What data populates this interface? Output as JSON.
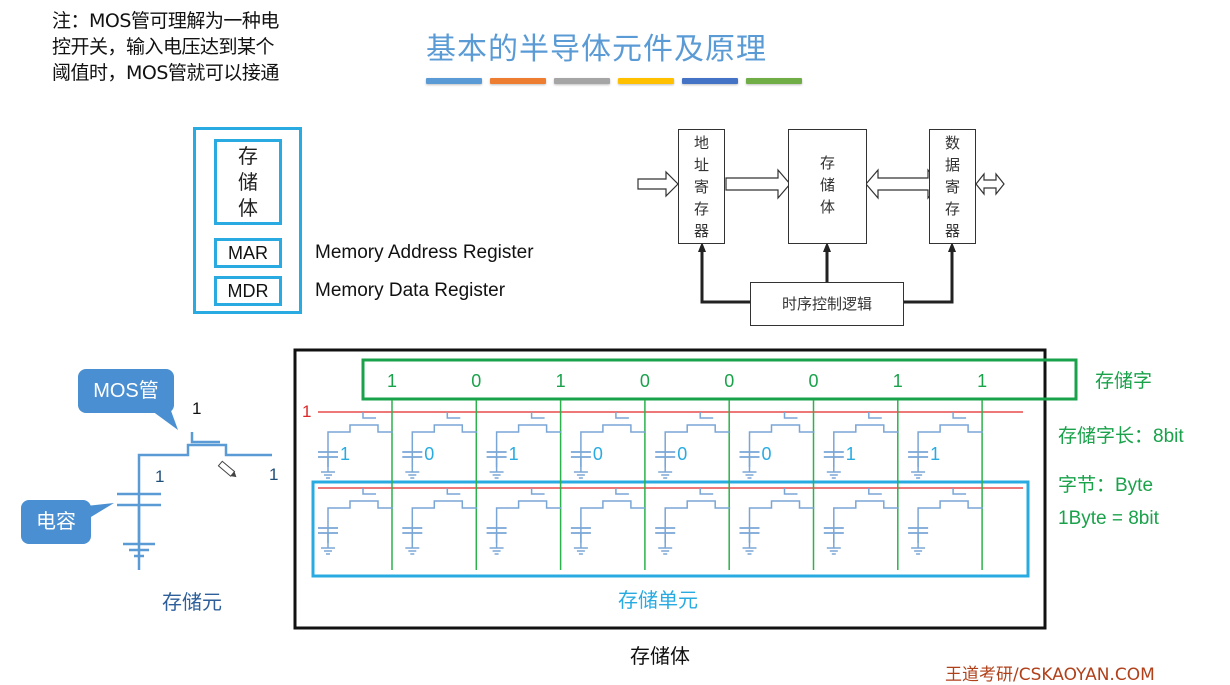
{
  "note": {
    "lines": [
      "注：MOS管可理解为一种电",
      "控开关，输入电压达到某个",
      "阈值时，MOS管就可以接通"
    ]
  },
  "header": {
    "title": "基本的半导体元件及原理",
    "color_bars": [
      "#5b9bd5",
      "#ed7d31",
      "#a5a5a5",
      "#ffc000",
      "#4472c4",
      "#70ad47"
    ]
  },
  "cpu_block": {
    "memory_chars": [
      "存",
      "储",
      "体"
    ],
    "registers": [
      {
        "abbr": "MAR",
        "full": "Memory Address Register"
      },
      {
        "abbr": "MDR",
        "full": "Memory Data Register"
      }
    ]
  },
  "block_diagram": {
    "address_register": [
      "地",
      "址",
      "寄",
      "存",
      "器"
    ],
    "memory": [
      "存",
      "储",
      "体"
    ],
    "data_register": [
      "数",
      "据",
      "寄",
      "存",
      "器"
    ],
    "control": "时序控制逻辑"
  },
  "storage_cell": {
    "mos_callout": "MOS管",
    "capacitor_callout": "电容",
    "gate_value": "1",
    "cap_value": "1",
    "line_value": "1",
    "caption": "存储元"
  },
  "memory_array": {
    "word_bits": [
      "1",
      "0",
      "1",
      "0",
      "0",
      "0",
      "1",
      "1"
    ],
    "row1_select": "1",
    "cell_values": [
      "1",
      "0",
      "1",
      "0",
      "0",
      "0",
      "1",
      "1"
    ],
    "unit_label": "存储单元",
    "caption": "存储体"
  },
  "side_notes": {
    "word": "存储字",
    "word_length": "存储字长：8bit",
    "byte": "字节：Byte",
    "byte_eq": "1Byte = 8bit"
  },
  "watermark": "王道考研/CSKAOYAN.COM",
  "colors": {
    "accent_blue": "#29abe2",
    "green": "#1aa24b",
    "red": "#e84c4c",
    "circuit": "#7aa6d6"
  }
}
